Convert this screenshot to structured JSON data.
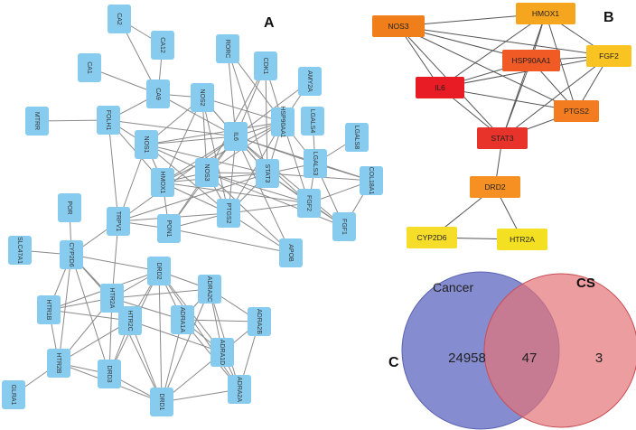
{
  "panels": {
    "a": "A",
    "b": "B",
    "c": "C"
  },
  "network": {
    "nodes": [
      "CA2",
      "CA12",
      "CA1",
      "CA9",
      "RORC",
      "CDK1",
      "AMY2A",
      "NOS2",
      "HSP90AA1",
      "LGALS4",
      "MTRR",
      "FOLH1",
      "IL6",
      "LGALS8",
      "NOS1",
      "LGALS3",
      "HMOX1",
      "NOS3",
      "STAT3",
      "COL18A1",
      "POR",
      "FGF2",
      "TRPV1",
      "PTGS2",
      "FGF1",
      "PON1",
      "SLC47A1",
      "CYP2D6",
      "APOB",
      "DRD2",
      "HTR2A",
      "ADRA2C",
      "ADRA2B",
      "HTR1B",
      "ADRA1A",
      "HTR2C",
      "ADRA1D",
      "HTR2B",
      "DRD3",
      "ADRA2A",
      "GLRA1",
      "DRD1"
    ]
  },
  "hub": {
    "nodes": [
      {
        "label": "NOS3",
        "color": "#f07e1a"
      },
      {
        "label": "HMOX1",
        "color": "#f6a51e"
      },
      {
        "label": "HSP90AA1",
        "color": "#f05a24"
      },
      {
        "label": "FGF2",
        "color": "#f9c321"
      },
      {
        "label": "IL6",
        "color": "#e81c24"
      },
      {
        "label": "PTGS2",
        "color": "#f47c20"
      },
      {
        "label": "STAT3",
        "color": "#e8332a"
      },
      {
        "label": "DRD2",
        "color": "#f69022"
      },
      {
        "label": "CYP2D6",
        "color": "#f6dd2a"
      },
      {
        "label": "HTR2A",
        "color": "#f4e023"
      }
    ]
  },
  "venn": {
    "left_name": "Cancer",
    "right_name": "CS",
    "left_only": "24958",
    "overlap": "47",
    "right_only": "3",
    "left_color": "#7b83cc",
    "right_color": "#e27478"
  }
}
